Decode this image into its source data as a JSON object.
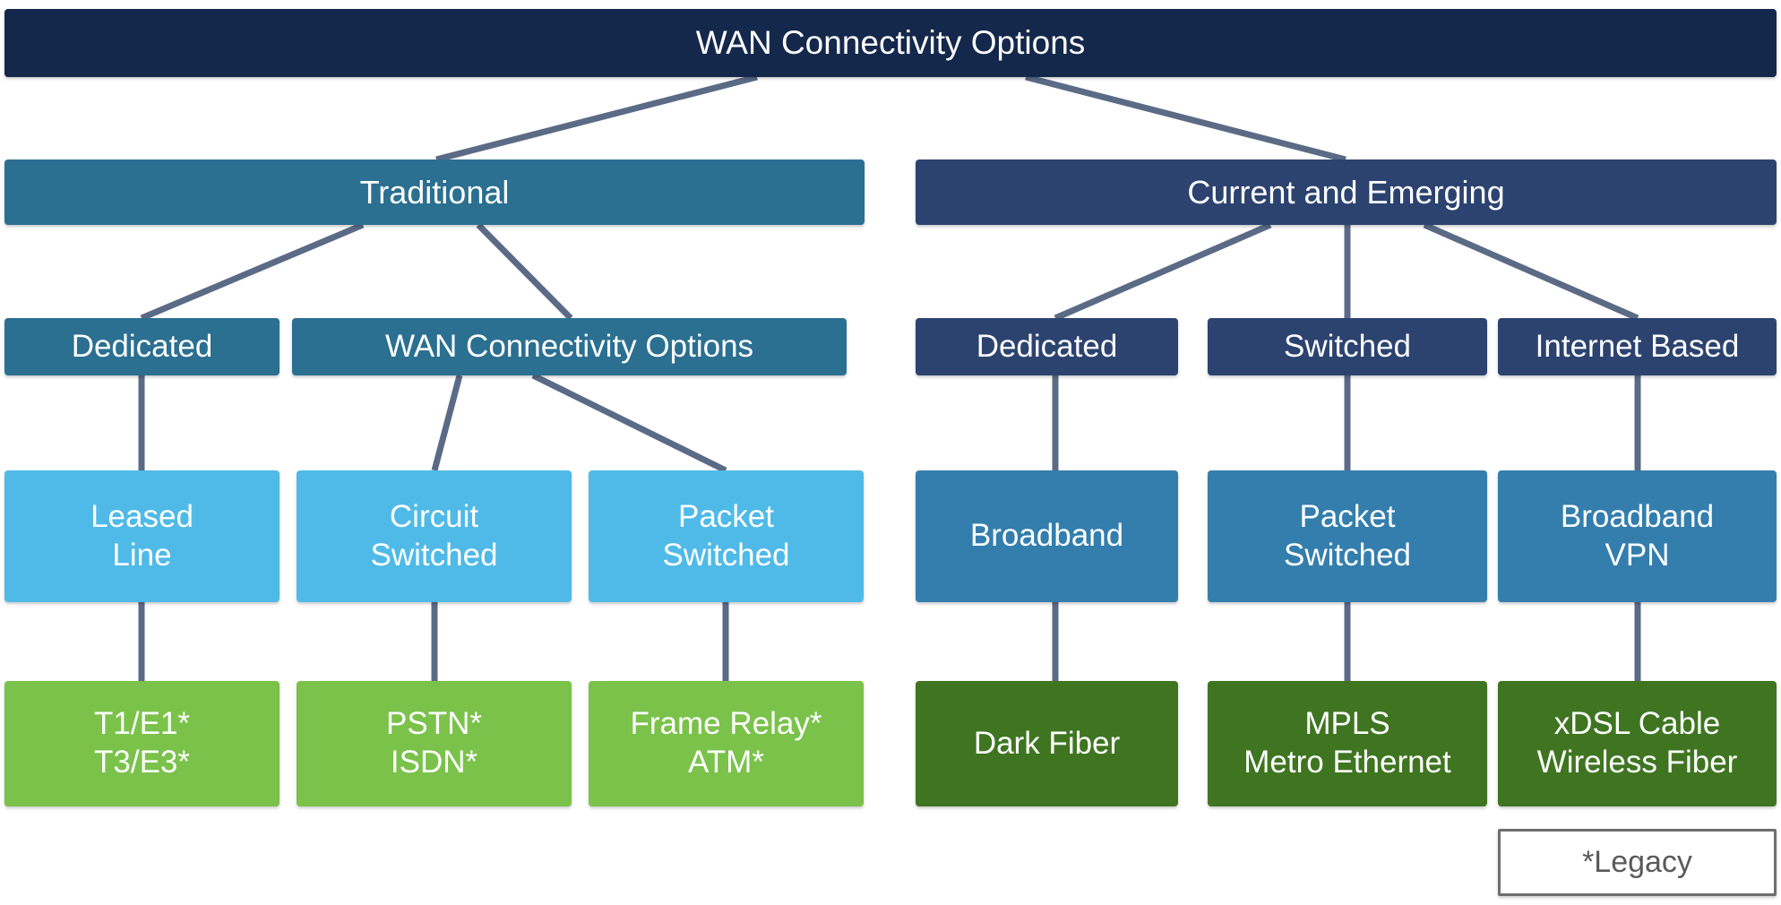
{
  "diagram": {
    "title": "WAN Connectivity Options",
    "legend_label": "*Legacy",
    "colors": {
      "root": "#14284b",
      "traditional_branch": "#2b6f91",
      "emerging_branch": "#2c4370",
      "traditional_category": "#2b6f91",
      "emerging_category": "#2c4370",
      "traditional_tech": "#4fbae8",
      "emerging_tech": "#337ead",
      "traditional_leaf": "#7ac24a",
      "emerging_leaf": "#3f7521",
      "connector": "#5b6b86",
      "legend_border": "#6e6e6e",
      "legend_text": "#5a5a5a",
      "node_text": "#ffffff",
      "background": "#ffffff"
    },
    "nodes": {
      "root": "WAN Connectivity Options",
      "traditional": "Traditional",
      "emerging": "Current and Emerging",
      "trad_dedicated": "Dedicated",
      "trad_wan_options": "WAN Connectivity Options",
      "emg_dedicated": "Dedicated",
      "emg_switched": "Switched",
      "emg_internet": "Internet Based",
      "leased_line": "Leased\nLine",
      "circuit_switched": "Circuit\nSwitched",
      "packet_switched": "Packet\nSwitched",
      "broadband": "Broadband",
      "packet_switched_emg": "Packet\nSwitched",
      "broadband_vpn": "Broadband\nVPN",
      "t_carrier": "T1/E1*\nT3/E3*",
      "pstn_isdn": "PSTN*\nISDN*",
      "frame_atm": "Frame Relay*\nATM*",
      "dark_fiber": "Dark Fiber",
      "mpls_metro": "MPLS\nMetro Ethernet",
      "xdsl_wireless": "xDSL Cable\nWireless Fiber"
    }
  },
  "chart_data": {
    "type": "tree",
    "title": "WAN Connectivity Options",
    "root": "WAN Connectivity Options",
    "levels": [
      "root",
      "branch",
      "category",
      "technology",
      "implementation"
    ],
    "branches": [
      {
        "name": "Traditional",
        "categories": [
          {
            "name": "Dedicated",
            "technologies": [
              {
                "name": "Leased Line",
                "implementations": [
                  "T1/E1*",
                  "T3/E3*"
                ]
              }
            ]
          },
          {
            "name": "WAN Connectivity Options",
            "technologies": [
              {
                "name": "Circuit Switched",
                "implementations": [
                  "PSTN*",
                  "ISDN*"
                ]
              },
              {
                "name": "Packet Switched",
                "implementations": [
                  "Frame Relay*",
                  "ATM*"
                ]
              }
            ]
          }
        ]
      },
      {
        "name": "Current and Emerging",
        "categories": [
          {
            "name": "Dedicated",
            "technologies": [
              {
                "name": "Broadband",
                "implementations": [
                  "Dark Fiber"
                ]
              }
            ]
          },
          {
            "name": "Switched",
            "technologies": [
              {
                "name": "Packet Switched",
                "implementations": [
                  "MPLS",
                  "Metro Ethernet"
                ]
              }
            ]
          },
          {
            "name": "Internet Based",
            "technologies": [
              {
                "name": "Broadband VPN",
                "implementations": [
                  "xDSL Cable",
                  "Wireless Fiber"
                ]
              }
            ]
          }
        ]
      }
    ],
    "annotations": [
      "*Legacy"
    ]
  }
}
